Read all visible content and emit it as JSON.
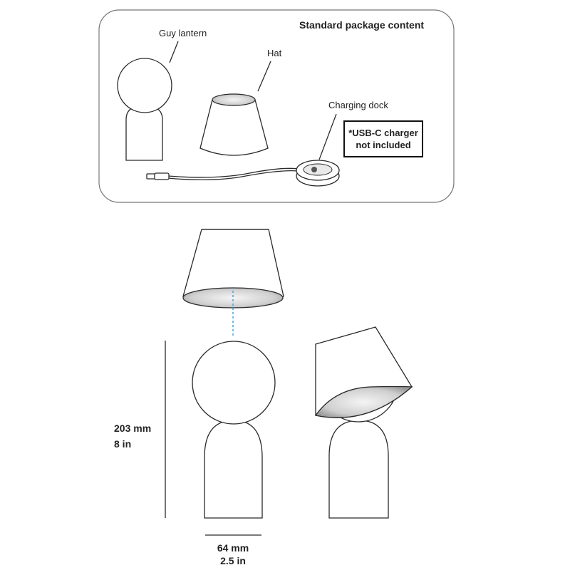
{
  "package": {
    "title": "Standard package content",
    "guy_lantern_label": "Guy lantern",
    "hat_label": "Hat",
    "charging_dock_label": "Charging dock",
    "note_line1": "*USB-C charger",
    "note_line2": "not included"
  },
  "dimensions": {
    "height_mm": "203 mm",
    "height_in": "8 in",
    "width_mm": "64 mm",
    "width_in": "2.5 in"
  },
  "colors": {
    "line": "#2a2a2a",
    "dashed_guide": "#4aa3df",
    "hat_inner_shade": "#bdbdbd"
  }
}
